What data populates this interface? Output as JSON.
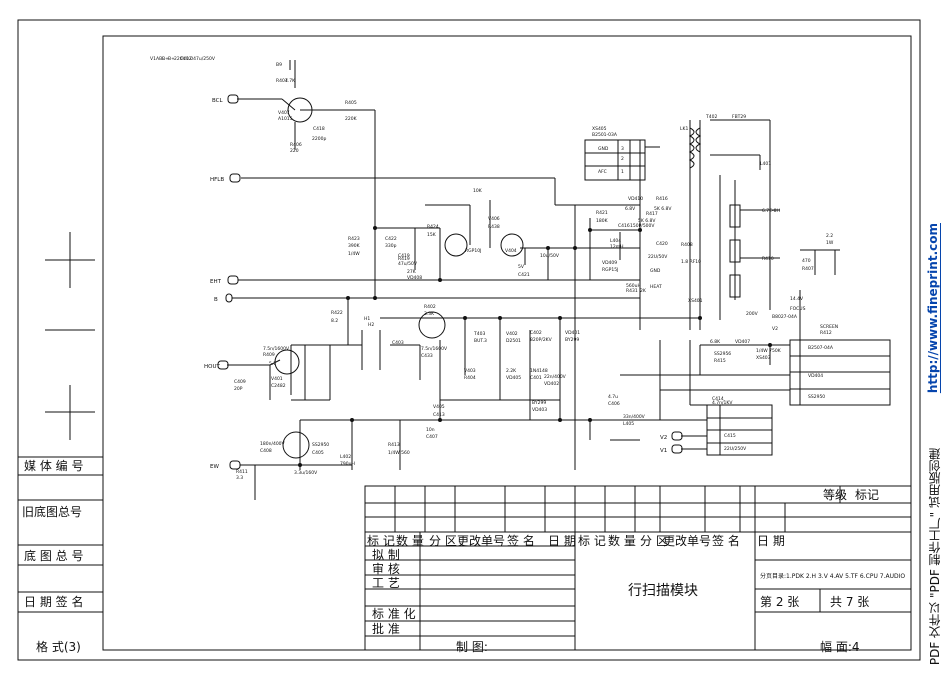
{
  "left_block": {
    "media_no": "媒 体 编 号",
    "old_base_no": "旧底图总号",
    "base_no": "底 图 总 号",
    "date_sign": "日 期  签 名"
  },
  "footer": {
    "format": "格 式(3)",
    "drawn": "制 图:",
    "size": "幅 面:4"
  },
  "title_block": {
    "grade_label": "等级",
    "mark_label": "标记",
    "rev_headers": [
      "标 记",
      "数 量",
      "分 区",
      "更改单号",
      "签  名",
      "日 期",
      "标 记",
      "数 量",
      "分 区",
      "更改单号",
      "签  名",
      "日 期"
    ],
    "roles": [
      "拟      制",
      "审      核",
      "工      艺",
      "",
      "标  准  化",
      "批      准"
    ],
    "module_title": "行扫描模块",
    "list_line": "分页目录:1.PDK 2.H 3.V 4.AV 5.TF 6.CPU 7.AUDIO",
    "sheet_no": "第  2  张",
    "total": "共  7  张"
  },
  "sidebar": {
    "watermark_prefix": "PDF 文件以 \"PDF 制作工厂\" 试用版创建",
    "url": "http://www.fineprint.com"
  },
  "schematic": {
    "inputs": [
      "BCL",
      "HFLB",
      "EHT",
      "B",
      "HOUT",
      "EW",
      "V2",
      "V1"
    ],
    "labels": [
      "B9",
      "R407",
      "4.7K",
      "V407",
      "A1015",
      "R405",
      "220K",
      "C418",
      "2200p",
      "R406",
      "220",
      "XS405",
      "B2501-03A",
      "GND",
      "3",
      "2",
      "AFC",
      "1",
      "T402",
      "FBT29",
      "LK1",
      "R423",
      "390K",
      "1/4W",
      "C422",
      "330p",
      "R424",
      "15K",
      "C419",
      "47u/50V",
      "R419",
      "27K",
      "VD408",
      "RGP10J",
      "V404",
      "V406",
      "R438",
      "10K",
      "5V",
      "C421",
      "10u/50V",
      "R421",
      "180K",
      "VD410",
      "6.8V",
      "R416",
      "5K 6.8V",
      "R417",
      "5K 6.8V",
      "C416",
      "150P/500V",
      "L404",
      "12mH",
      "VD409",
      "RGP15J",
      "C420",
      "22U/50V",
      "R408",
      "1.8 RF10",
      "R422",
      "8.2",
      "H1",
      "H2",
      "R402",
      "3.3K",
      "T403",
      "BUT.3",
      "V402",
      "D2501",
      "C402",
      "820P/2KV",
      "VD401",
      "BY299",
      "C403",
      "7.5n/1600V",
      "C433",
      "7.5n/1600V",
      "R409",
      "5.1",
      "C409",
      "20P",
      "V401",
      "C2482",
      "V403",
      "R404",
      "2.2K",
      "VD405",
      "1N4148",
      "C401",
      "22n/400V",
      "VD402",
      "BY299",
      "VD403",
      "SS2950",
      "C405",
      "180n/400V",
      "C408",
      "3.3u/160V",
      "R411",
      "3.3",
      "L402",
      "790uH",
      "R413",
      "1/4W 560",
      "V405",
      "C413",
      "10n",
      "C407",
      "4.7u",
      "C406",
      "33n/400V",
      "L405",
      "560uH",
      "R431",
      "2K",
      "L401",
      "6.7E-8H",
      "R410",
      "470",
      "R407",
      "2.2",
      "1W",
      "14.4V",
      "FOCUS",
      "SCREEN",
      "R412",
      "6.8K",
      "VD407",
      "SS2956",
      "R415",
      "1/4W 750K",
      "XS403",
      "B2507-04A",
      "VD404",
      "SS2950",
      "C414",
      "4.7n/1KV",
      "C415",
      "22U/250V",
      "200V",
      "HEAT",
      "GND",
      "XS401",
      "B8027-04A",
      "V2",
      "V1",
      "ABL",
      "B+",
      "B+",
      "220V",
      "C412",
      "0.047u/250V"
    ]
  }
}
